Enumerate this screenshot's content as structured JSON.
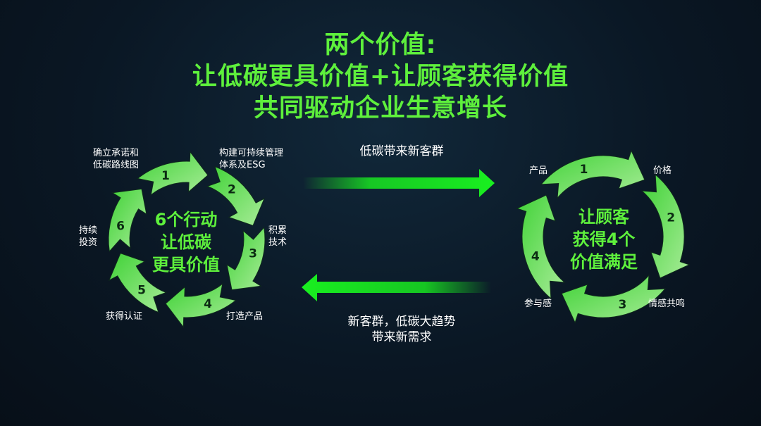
{
  "title": {
    "line1": "两个价值:",
    "line2": "让低碳更具价值+让顾客获得价值",
    "line3": "共同驱动企业生意增长"
  },
  "left_cycle": {
    "center": "6个行动\n让低碳\n更具价值",
    "steps": [
      {
        "num": "1",
        "label": "确立承诺和\n低碳路线图"
      },
      {
        "num": "2",
        "label": "构建可持续管理\n体系及ESG"
      },
      {
        "num": "3",
        "label": "积累\n技术"
      },
      {
        "num": "4",
        "label": "打造产品"
      },
      {
        "num": "5",
        "label": "获得认证"
      },
      {
        "num": "6",
        "label": "持续\n投资"
      }
    ]
  },
  "right_cycle": {
    "center": "让顾客\n获得4个\n价值满足",
    "steps": [
      {
        "num": "1",
        "label": "产品"
      },
      {
        "num": "2",
        "label": "价格"
      },
      {
        "num": "3",
        "label": "情感共鸣"
      },
      {
        "num": "4",
        "label": "参与感"
      }
    ]
  },
  "flows": {
    "top": "低碳带来新客群",
    "bottom": "新客群，低碳大趋势\n带来新需求"
  },
  "colors": {
    "accent": "#5ef03c",
    "arrow_green": "#19f020",
    "background": "#0a1724"
  }
}
